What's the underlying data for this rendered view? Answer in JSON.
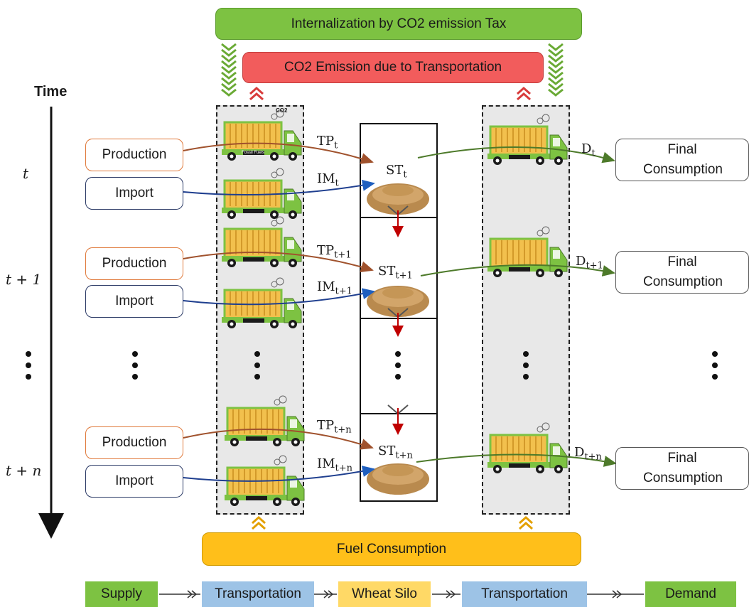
{
  "time_heading": "Time",
  "time_labels": {
    "t": "t",
    "t1": "t + 1",
    "tn": "t + n"
  },
  "banners": {
    "tax": "Internalization by CO2 emission Tax",
    "emission": "CO2 Emission due to Transportation",
    "fuel": "Fuel Consumption"
  },
  "nodes": {
    "production": "Production",
    "import": "Import",
    "final": "Final Consumption"
  },
  "truck": {
    "co2": "CO2",
    "fuel": "Fossil Fuels"
  },
  "equations": {
    "tp_t": {
      "base": "TP",
      "sub": "t"
    },
    "im_t": {
      "base": "IM",
      "sub": "t"
    },
    "st_t": {
      "base": "ST",
      "sub": "t"
    },
    "d_t": {
      "base": "D",
      "sub": "t"
    },
    "tp_t1": {
      "base": "TP",
      "sub": "t+1"
    },
    "im_t1": {
      "base": "IM",
      "sub": "t+1"
    },
    "st_t1": {
      "base": "ST",
      "sub": "t+1"
    },
    "d_t1": {
      "base": "D",
      "sub": "t+1"
    },
    "tp_tn": {
      "base": "TP",
      "sub": "t+n"
    },
    "im_tn": {
      "base": "IM",
      "sub": "t+n"
    },
    "st_tn": {
      "base": "ST",
      "sub": "t+n"
    },
    "d_tn": {
      "base": "D",
      "sub": "t+n"
    }
  },
  "legend": {
    "supply": "Supply",
    "transport1": "Transportation",
    "silo": "Wheat Silo",
    "transport2": "Transportation",
    "demand": "Demand"
  },
  "colors": {
    "green": "#7dc242",
    "red": "#f25c5c",
    "orange": "#ffbf1a",
    "production_arrow": "#a0522d",
    "import_arrow": "#1f3f8f",
    "demand_arrow": "#4d7a2a"
  }
}
